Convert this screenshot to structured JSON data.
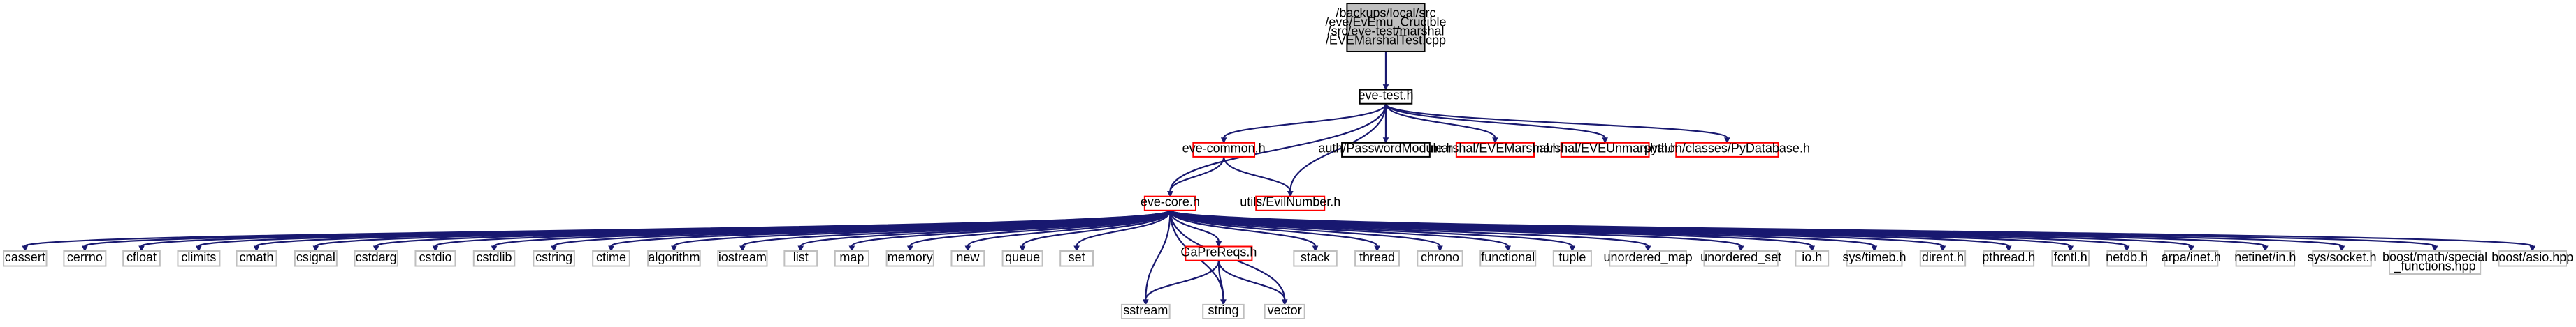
{
  "colors": {
    "edge": "#191970",
    "root_fill": "#bfbfbf",
    "root_stroke": "#000000",
    "documented_stroke": "#000000",
    "missing_stroke": "#ff0000",
    "system_stroke": "#bfbfbf",
    "fill": "#ffffff"
  },
  "nodes": [
    {
      "id": "root",
      "lines": [
        "/backups/local/src",
        "/eve/EvEmu_Crucible",
        "/src/eve-test/marshal",
        "/EVEMarshalTest.cpp"
      ],
      "kind": "root"
    },
    {
      "id": "eve_test",
      "lines": [
        "eve-test.h"
      ],
      "kind": "documented"
    },
    {
      "id": "eve_common",
      "lines": [
        "eve-common.h"
      ],
      "kind": "missing"
    },
    {
      "id": "auth_pw",
      "lines": [
        "auth/PasswordModule.h"
      ],
      "kind": "documented"
    },
    {
      "id": "marshal_evem",
      "lines": [
        "marshal/EVEMarshal.h"
      ],
      "kind": "missing"
    },
    {
      "id": "marshal_eveu",
      "lines": [
        "marshal/EVEUnmarshal.h"
      ],
      "kind": "missing"
    },
    {
      "id": "python_pydb",
      "lines": [
        "python/classes/PyDatabase.h"
      ],
      "kind": "missing"
    },
    {
      "id": "eve_core",
      "lines": [
        "eve-core.h"
      ],
      "kind": "missing"
    },
    {
      "id": "evilnumber",
      "lines": [
        "utils/EvilNumber.h"
      ],
      "kind": "missing"
    },
    {
      "id": "gapreqs",
      "lines": [
        "GaPreReqs.h"
      ],
      "kind": "missing"
    },
    {
      "id": "cassert",
      "lines": [
        "cassert"
      ],
      "kind": "system"
    },
    {
      "id": "cerrno",
      "lines": [
        "cerrno"
      ],
      "kind": "system"
    },
    {
      "id": "cfloat",
      "lines": [
        "cfloat"
      ],
      "kind": "system"
    },
    {
      "id": "climits",
      "lines": [
        "climits"
      ],
      "kind": "system"
    },
    {
      "id": "cmath",
      "lines": [
        "cmath"
      ],
      "kind": "system"
    },
    {
      "id": "csignal",
      "lines": [
        "csignal"
      ],
      "kind": "system"
    },
    {
      "id": "cstdarg",
      "lines": [
        "cstdarg"
      ],
      "kind": "system"
    },
    {
      "id": "cstdio",
      "lines": [
        "cstdio"
      ],
      "kind": "system"
    },
    {
      "id": "cstdlib",
      "lines": [
        "cstdlib"
      ],
      "kind": "system"
    },
    {
      "id": "cstring",
      "lines": [
        "cstring"
      ],
      "kind": "system"
    },
    {
      "id": "ctime",
      "lines": [
        "ctime"
      ],
      "kind": "system"
    },
    {
      "id": "algorithm",
      "lines": [
        "algorithm"
      ],
      "kind": "system"
    },
    {
      "id": "iostream",
      "lines": [
        "iostream"
      ],
      "kind": "system"
    },
    {
      "id": "list",
      "lines": [
        "list"
      ],
      "kind": "system"
    },
    {
      "id": "map",
      "lines": [
        "map"
      ],
      "kind": "system"
    },
    {
      "id": "memory",
      "lines": [
        "memory"
      ],
      "kind": "system"
    },
    {
      "id": "new",
      "lines": [
        "new"
      ],
      "kind": "system"
    },
    {
      "id": "queue",
      "lines": [
        "queue"
      ],
      "kind": "system"
    },
    {
      "id": "set",
      "lines": [
        "set"
      ],
      "kind": "system"
    },
    {
      "id": "stack",
      "lines": [
        "stack"
      ],
      "kind": "system"
    },
    {
      "id": "thread",
      "lines": [
        "thread"
      ],
      "kind": "system"
    },
    {
      "id": "chrono",
      "lines": [
        "chrono"
      ],
      "kind": "system"
    },
    {
      "id": "functional",
      "lines": [
        "functional"
      ],
      "kind": "system"
    },
    {
      "id": "tuple",
      "lines": [
        "tuple"
      ],
      "kind": "system"
    },
    {
      "id": "unordered_map",
      "lines": [
        "unordered_map"
      ],
      "kind": "system"
    },
    {
      "id": "unordered_set",
      "lines": [
        "unordered_set"
      ],
      "kind": "system"
    },
    {
      "id": "io_h",
      "lines": [
        "io.h"
      ],
      "kind": "system"
    },
    {
      "id": "sys_timeb",
      "lines": [
        "sys/timeb.h"
      ],
      "kind": "system"
    },
    {
      "id": "dirent",
      "lines": [
        "dirent.h"
      ],
      "kind": "system"
    },
    {
      "id": "pthread",
      "lines": [
        "pthread.h"
      ],
      "kind": "system"
    },
    {
      "id": "fcntl",
      "lines": [
        "fcntl.h"
      ],
      "kind": "system"
    },
    {
      "id": "netdb",
      "lines": [
        "netdb.h"
      ],
      "kind": "system"
    },
    {
      "id": "arpa_inet",
      "lines": [
        "arpa/inet.h"
      ],
      "kind": "system"
    },
    {
      "id": "netinet_in",
      "lines": [
        "netinet/in.h"
      ],
      "kind": "system"
    },
    {
      "id": "sys_socket",
      "lines": [
        "sys/socket.h"
      ],
      "kind": "system"
    },
    {
      "id": "boost_math",
      "lines": [
        "boost/math/special",
        "_functions.hpp"
      ],
      "kind": "system"
    },
    {
      "id": "boost_asio",
      "lines": [
        "boost/asio.hpp"
      ],
      "kind": "system"
    },
    {
      "id": "sstream",
      "lines": [
        "sstream"
      ],
      "kind": "system"
    },
    {
      "id": "string",
      "lines": [
        "string"
      ],
      "kind": "system"
    },
    {
      "id": "vector",
      "lines": [
        "vector"
      ],
      "kind": "system"
    }
  ],
  "edges": [
    [
      "root",
      "eve_test"
    ],
    [
      "eve_test",
      "eve_common"
    ],
    [
      "eve_test",
      "auth_pw"
    ],
    [
      "eve_test",
      "marshal_evem"
    ],
    [
      "eve_test",
      "marshal_eveu"
    ],
    [
      "eve_test",
      "python_pydb"
    ],
    [
      "eve_test",
      "eve_core"
    ],
    [
      "eve_test",
      "evilnumber"
    ],
    [
      "eve_common",
      "eve_core"
    ],
    [
      "eve_common",
      "evilnumber"
    ],
    [
      "eve_core",
      "cassert"
    ],
    [
      "eve_core",
      "cerrno"
    ],
    [
      "eve_core",
      "cfloat"
    ],
    [
      "eve_core",
      "climits"
    ],
    [
      "eve_core",
      "cmath"
    ],
    [
      "eve_core",
      "csignal"
    ],
    [
      "eve_core",
      "cstdarg"
    ],
    [
      "eve_core",
      "cstdio"
    ],
    [
      "eve_core",
      "cstdlib"
    ],
    [
      "eve_core",
      "cstring"
    ],
    [
      "eve_core",
      "ctime"
    ],
    [
      "eve_core",
      "algorithm"
    ],
    [
      "eve_core",
      "iostream"
    ],
    [
      "eve_core",
      "list"
    ],
    [
      "eve_core",
      "map"
    ],
    [
      "eve_core",
      "memory"
    ],
    [
      "eve_core",
      "new"
    ],
    [
      "eve_core",
      "queue"
    ],
    [
      "eve_core",
      "set"
    ],
    [
      "eve_core",
      "gapreqs"
    ],
    [
      "eve_core",
      "sstream"
    ],
    [
      "eve_core",
      "string"
    ],
    [
      "eve_core",
      "vector"
    ],
    [
      "eve_core",
      "stack"
    ],
    [
      "eve_core",
      "thread"
    ],
    [
      "eve_core",
      "chrono"
    ],
    [
      "eve_core",
      "functional"
    ],
    [
      "eve_core",
      "tuple"
    ],
    [
      "eve_core",
      "unordered_map"
    ],
    [
      "eve_core",
      "unordered_set"
    ],
    [
      "eve_core",
      "io_h"
    ],
    [
      "eve_core",
      "sys_timeb"
    ],
    [
      "eve_core",
      "dirent"
    ],
    [
      "eve_core",
      "pthread"
    ],
    [
      "eve_core",
      "fcntl"
    ],
    [
      "eve_core",
      "netdb"
    ],
    [
      "eve_core",
      "arpa_inet"
    ],
    [
      "eve_core",
      "netinet_in"
    ],
    [
      "eve_core",
      "sys_socket"
    ],
    [
      "eve_core",
      "boost_math"
    ],
    [
      "eve_core",
      "boost_asio"
    ],
    [
      "gapreqs",
      "sstream"
    ],
    [
      "gapreqs",
      "string"
    ],
    [
      "gapreqs",
      "vector"
    ]
  ]
}
